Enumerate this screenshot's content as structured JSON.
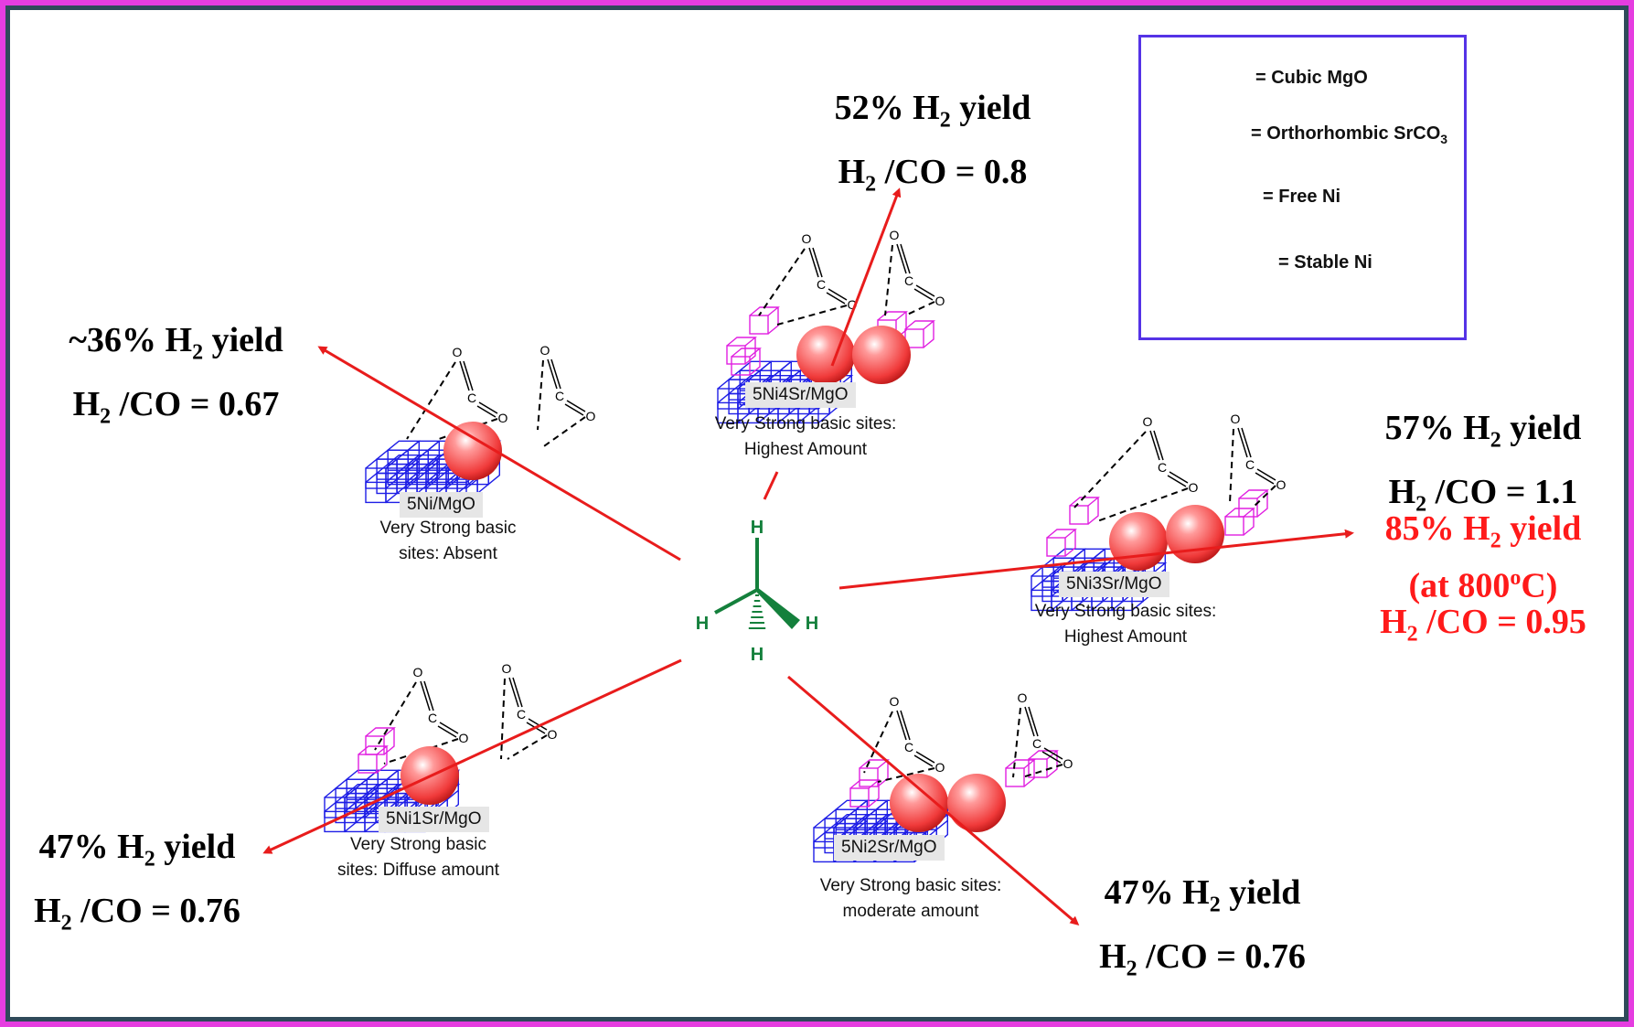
{
  "legend": {
    "cubic_mgo": "= Cubic MgO",
    "ortho_srco3_prefix": "= Orthorhombic SrCO",
    "ortho_srco3_sub": "3",
    "free_ni": "= Free Ni",
    "stable_ni": "= Stable Ni"
  },
  "methane": {
    "h": "H"
  },
  "catalysts": {
    "ni_mgo": {
      "name": "5Ni/MgO",
      "desc1": "Very Strong basic",
      "desc2": "sites:  Absent"
    },
    "ni4sr": {
      "name": "5Ni4Sr/MgO",
      "desc1": "Very Strong basic sites:",
      "desc2": "Highest Amount"
    },
    "ni3sr": {
      "name": "5Ni3Sr/MgO",
      "desc1": "Very Strong basic sites:",
      "desc2": "Highest Amount"
    },
    "ni1sr": {
      "name": "5Ni1Sr/MgO",
      "desc1": "Very Strong basic",
      "desc2": "sites:  Diffuse amount"
    },
    "ni2sr": {
      "name": "5Ni2Sr/MgO",
      "desc1": "Very Strong basic sites:",
      "desc2": "moderate amount"
    }
  },
  "results": {
    "ni_mgo": {
      "yield_pre": "~36% H",
      "yield_sub": "2",
      "yield_post": " yield",
      "ratio_pre": "H",
      "ratio_sub": "2",
      "ratio_post": " /CO = 0.67"
    },
    "ni4sr": {
      "yield_pre": "52% H",
      "yield_sub": "2",
      "yield_post": " yield",
      "ratio_pre": "H",
      "ratio_sub": "2",
      "ratio_post": " /CO = 0.8"
    },
    "ni3sr": {
      "yield_pre": "57% H",
      "yield_sub": "2",
      "yield_post": " yield",
      "ratio_pre": "H",
      "ratio_sub": "2",
      "ratio_post": " /CO = 1.1"
    },
    "ni3sr_800": {
      "yield_pre": "85% H",
      "yield_sub": "2",
      "yield_post": " yield",
      "temp_pre": "(at 800",
      "temp_sup": "o",
      "temp_post": "C)",
      "ratio_pre": "H",
      "ratio_sub": "2",
      "ratio_post": " /CO = 0.95"
    },
    "ni1sr": {
      "yield_pre": "47% H",
      "yield_sub": "2",
      "yield_post": " yield",
      "ratio_pre": "H",
      "ratio_sub": "2",
      "ratio_post": " /CO = 0.76"
    },
    "ni2sr": {
      "yield_pre": "47% H",
      "yield_sub": "2",
      "yield_post": " yield",
      "ratio_pre": "H",
      "ratio_sub": "2",
      "ratio_post": " /CO = 0.76"
    }
  },
  "colors": {
    "mgo": "#1f1fe6",
    "srco3": "#e01fe0",
    "ni": "#ff5a5a",
    "arrow": "#e81c1c",
    "methane": "#14803c",
    "legend_border": "#5533e6",
    "frame": "#e53de0"
  },
  "co2_atoms": {
    "o": "O",
    "c": "C"
  }
}
